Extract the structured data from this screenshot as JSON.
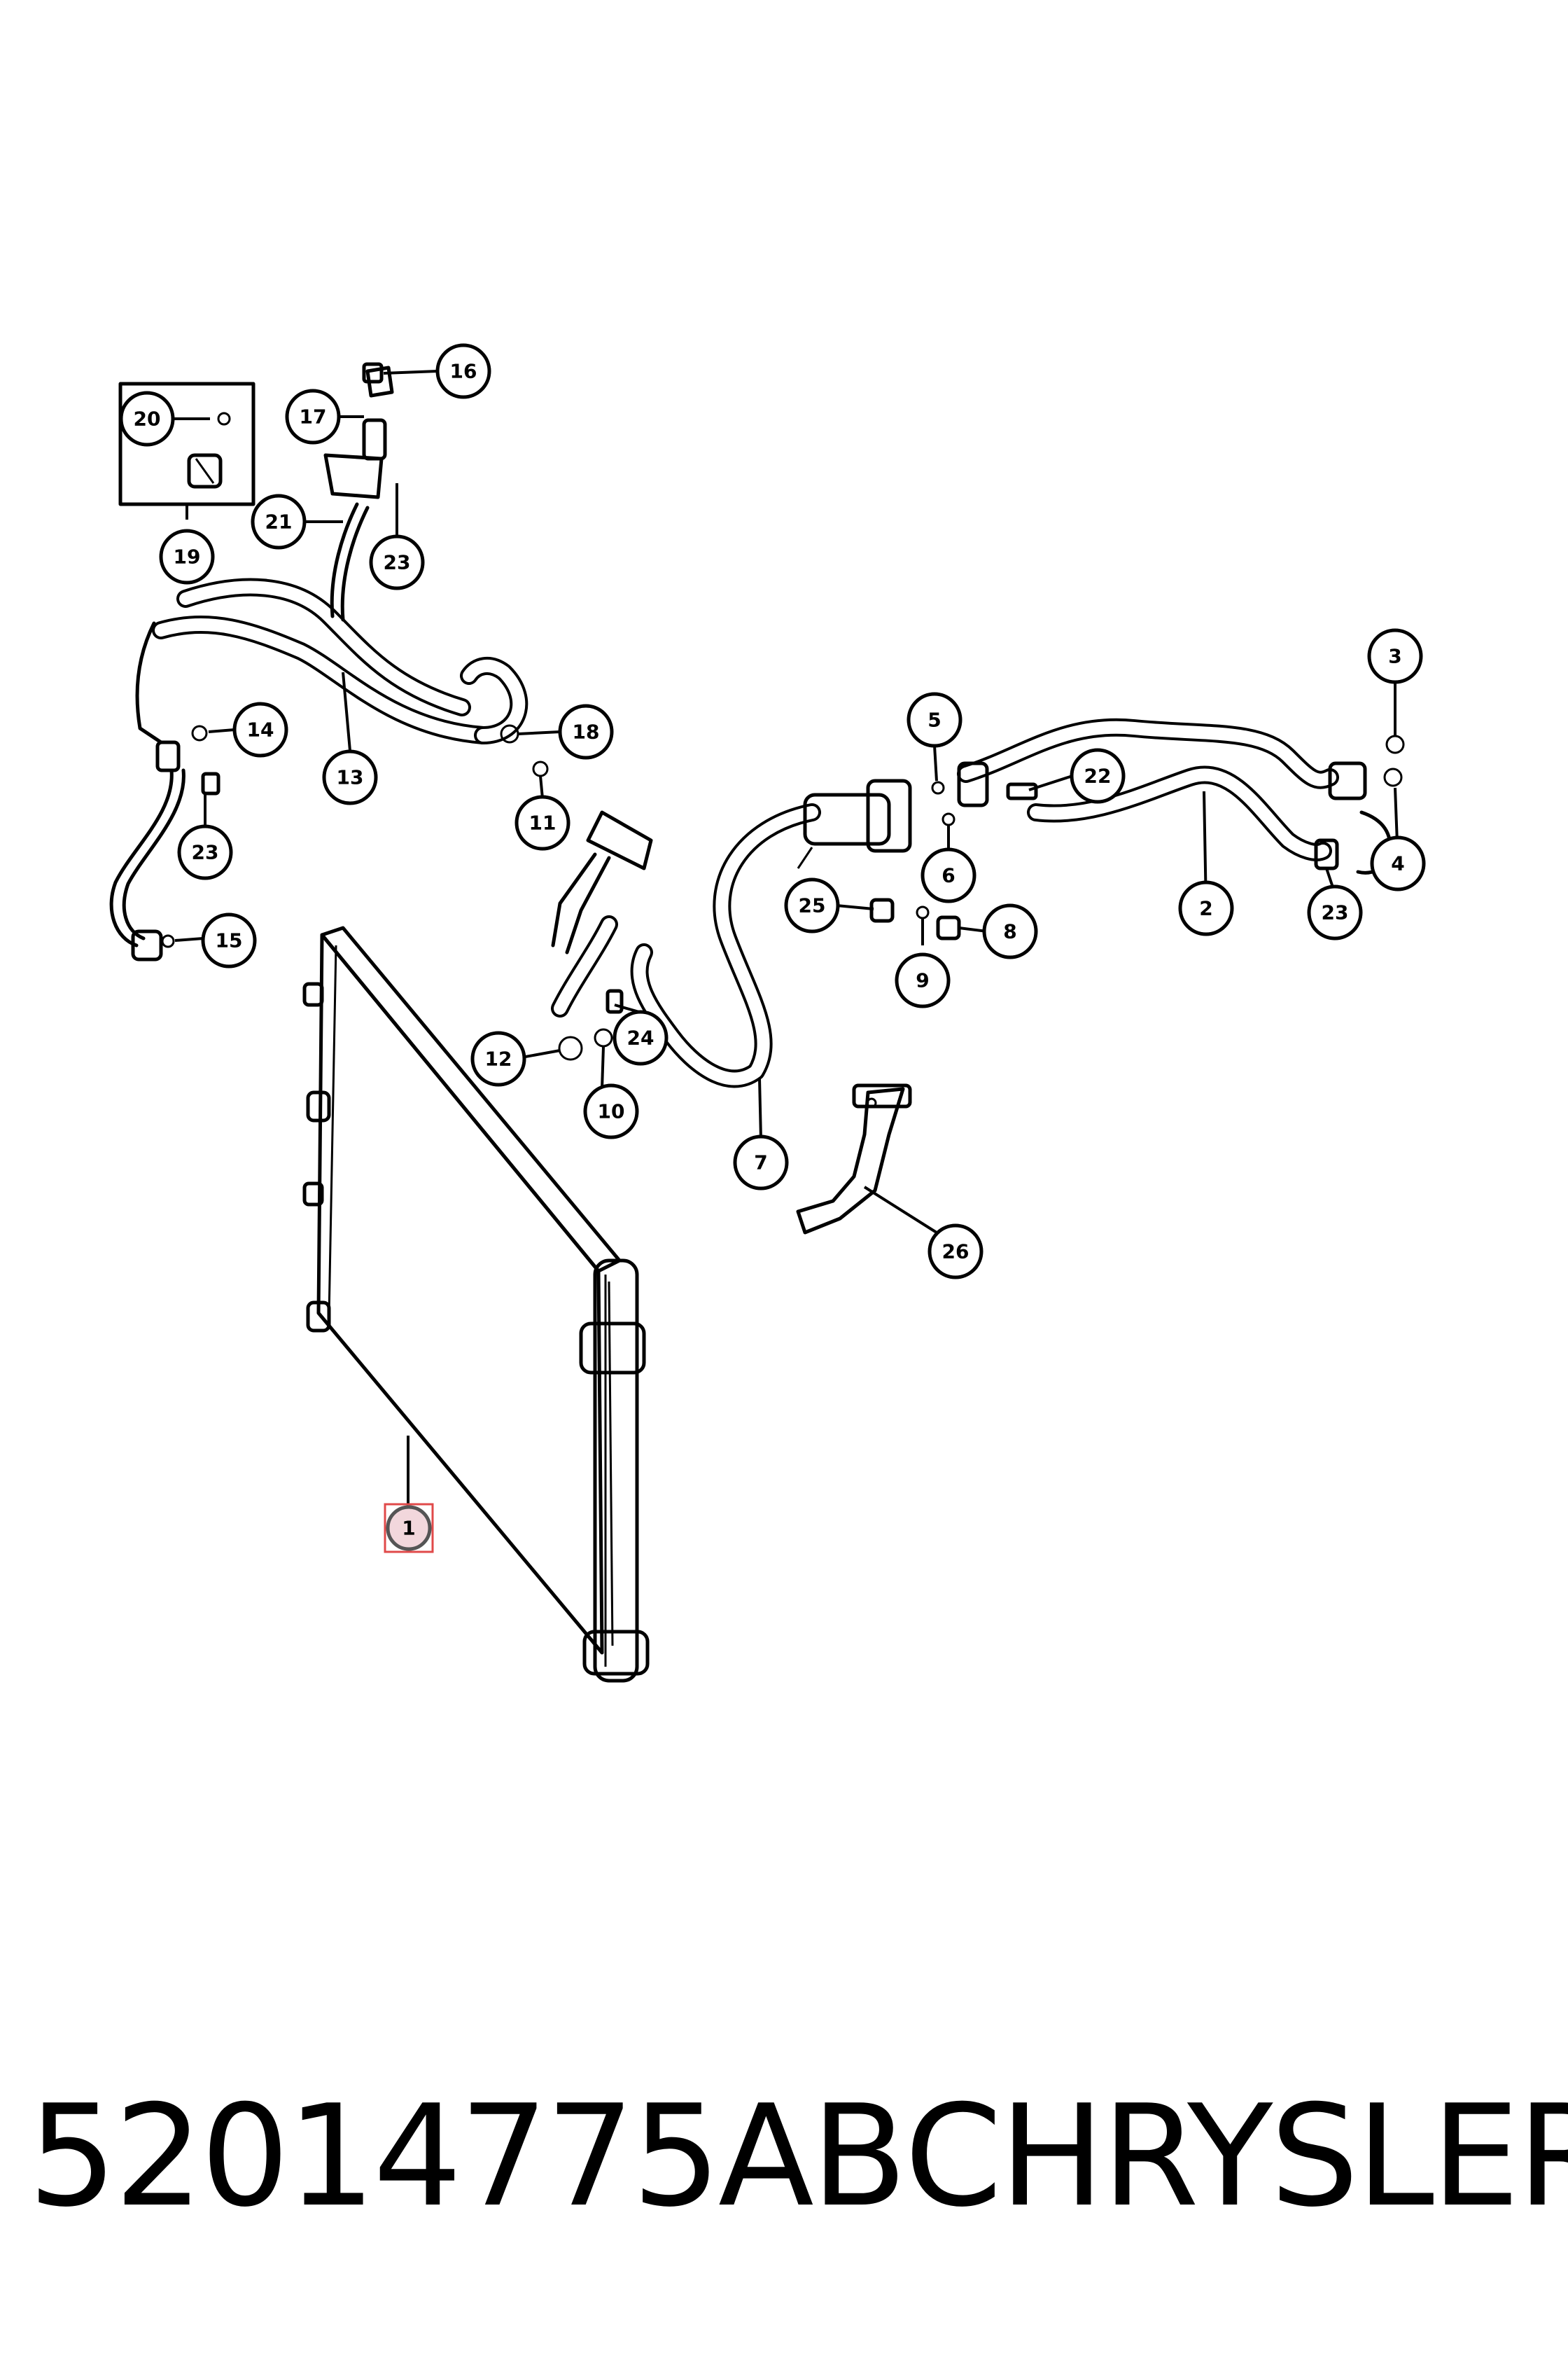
{
  "diagram": {
    "callouts": [
      {
        "label": "1"
      },
      {
        "label": "2"
      },
      {
        "label": "3"
      },
      {
        "label": "4"
      },
      {
        "label": "5"
      },
      {
        "label": "6"
      },
      {
        "label": "7"
      },
      {
        "label": "8"
      },
      {
        "label": "9"
      },
      {
        "label": "10"
      },
      {
        "label": "11"
      },
      {
        "label": "12"
      },
      {
        "label": "13"
      },
      {
        "label": "14"
      },
      {
        "label": "15"
      },
      {
        "label": "16"
      },
      {
        "label": "17"
      },
      {
        "label": "18"
      },
      {
        "label": "19"
      },
      {
        "label": "20"
      },
      {
        "label": "21"
      },
      {
        "label": "22"
      },
      {
        "label": "23"
      },
      {
        "label": "23"
      },
      {
        "label": "23"
      },
      {
        "label": "24"
      },
      {
        "label": "25"
      },
      {
        "label": "26"
      }
    ]
  },
  "footer": {
    "part_number": "52014775AB",
    "brand": "CHRYSLER"
  }
}
